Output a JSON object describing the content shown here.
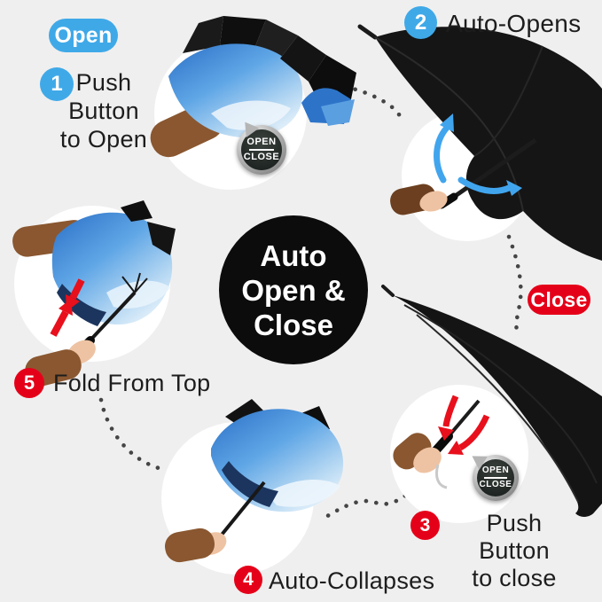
{
  "colors": {
    "background": "#f0efef",
    "open_accent": "#3fa9e8",
    "close_accent": "#e50019",
    "center_badge": "#0c0c0c",
    "text": "#1d1d1d",
    "dotted_trail": "#454545",
    "umbrella_blue": "#5fa6e6",
    "umbrella_black": "#141414"
  },
  "badges": {
    "open": "Open",
    "close": "Close"
  },
  "center_badge": {
    "lines": [
      "Auto",
      "Open &",
      "Close"
    ]
  },
  "steps": [
    {
      "number": "1",
      "lines": [
        "Push",
        "Button",
        "to Open"
      ]
    },
    {
      "number": "2",
      "label": "Auto-Opens"
    },
    {
      "number": "3",
      "lines": [
        "Push Button",
        "to close"
      ]
    },
    {
      "number": "4",
      "label": "Auto-Collapses"
    },
    {
      "number": "5",
      "label": "Fold From Top"
    }
  ],
  "open_close_button": {
    "top": "OPEN",
    "bottom": "CLOSE"
  }
}
